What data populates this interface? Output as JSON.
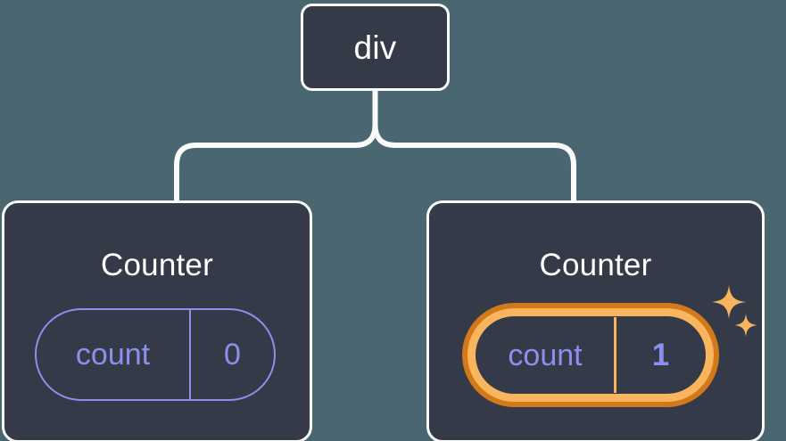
{
  "diagram": {
    "type": "component-tree",
    "background_color": "#4a6670",
    "node_fill_color": "#343a47",
    "node_border_color": "#fafcfc",
    "connector_color": "#fafcfc",
    "state_color": "#8b8fee",
    "highlight_outer_color": "#d2791a",
    "highlight_inner_color": "#f8b55e",
    "sparkle_color": "#f8b55e"
  },
  "root": {
    "label": "div"
  },
  "children": [
    {
      "label": "Counter",
      "state": {
        "key": "count",
        "value": "0"
      },
      "highlighted": false
    },
    {
      "label": "Counter",
      "state": {
        "key": "count",
        "value": "1"
      },
      "highlighted": true,
      "sparkles": [
        "sparkle-large",
        "sparkle-small"
      ]
    }
  ]
}
